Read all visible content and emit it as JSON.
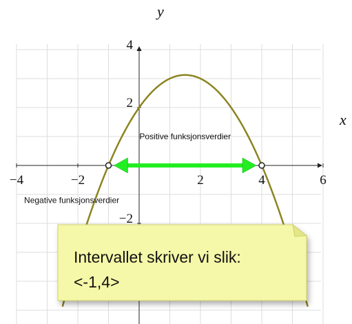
{
  "chart_data": {
    "type": "line",
    "axes": {
      "x_label": "x",
      "y_label": "y",
      "xlim": [
        -4,
        6
      ],
      "ylim": [
        -5,
        4
      ],
      "grid": true
    },
    "x_ticks": [
      {
        "value": -4,
        "label": "−4"
      },
      {
        "value": -2,
        "label": "−2"
      },
      {
        "value": 2,
        "label": "2"
      },
      {
        "value": 4,
        "label": "4"
      },
      {
        "value": 6,
        "label": "6"
      }
    ],
    "y_ticks": [
      {
        "value": 4,
        "label": "4"
      },
      {
        "value": 2,
        "label": "2"
      },
      {
        "value": -2,
        "label": "−2"
      }
    ],
    "series": [
      {
        "type": "parabola",
        "points": [
          [
            -2.5,
            -5.25
          ],
          [
            -1,
            0
          ],
          [
            0,
            2
          ],
          [
            1.5,
            3.125
          ],
          [
            3,
            2
          ],
          [
            4,
            0
          ],
          [
            5.5,
            -5.25
          ]
        ],
        "roots": [
          -1,
          4
        ],
        "vertex": [
          1.5,
          3.125
        ],
        "color": "#8b8420"
      }
    ],
    "interval": {
      "from": -1,
      "to": 4,
      "color": "#22ee22"
    },
    "annotations": [
      {
        "text": "Positive funksjonsverdier",
        "x": 1.5,
        "y": 0.9
      },
      {
        "text": "Negative funksjonsverdier",
        "x": -2.2,
        "y": -1.3
      }
    ]
  },
  "callout": {
    "line1": "Intervallet skriver vi slik:",
    "line2": "<-1,4>",
    "color": "#f5f8a8"
  }
}
